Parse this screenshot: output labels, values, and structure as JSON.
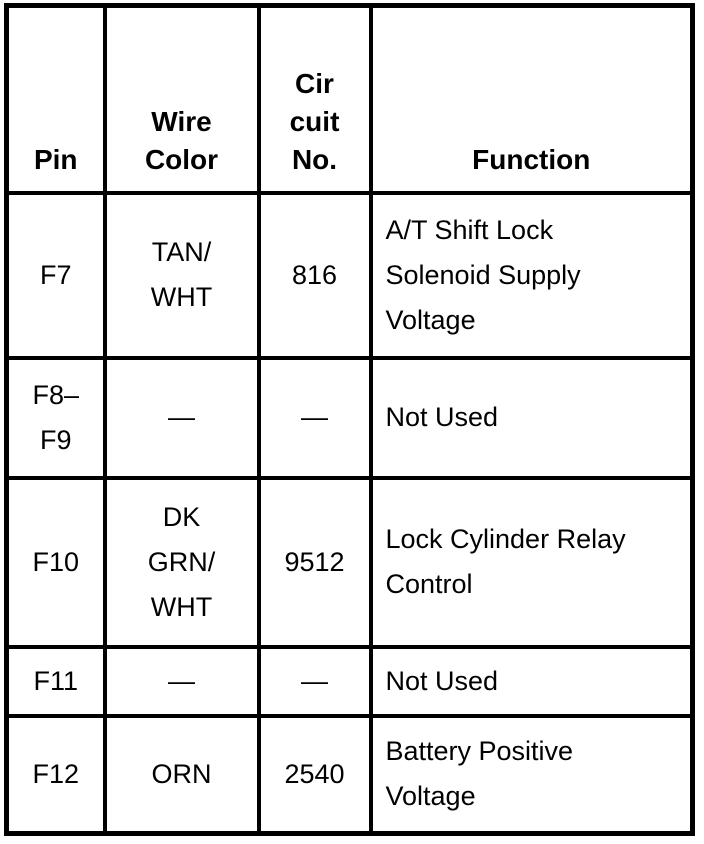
{
  "table": {
    "headers": [
      {
        "label": "Pin"
      },
      {
        "label": "Wire\nColor"
      },
      {
        "label": "Cir\ncuit\nNo."
      },
      {
        "label": "Function"
      }
    ],
    "rows": [
      {
        "pin": "F7",
        "wire_color": "TAN/\nWHT",
        "circuit_no": "816",
        "function": "A/T Shift Lock\nSolenoid Supply\nVoltage"
      },
      {
        "pin": "F8–\nF9",
        "wire_color": "—",
        "circuit_no": "—",
        "function": "Not Used"
      },
      {
        "pin": "F10",
        "wire_color": "DK\nGRN/\nWHT",
        "circuit_no": "9512",
        "function": "Lock Cylinder Relay\nControl"
      },
      {
        "pin": "F11",
        "wire_color": "—",
        "circuit_no": "—",
        "function": "Not Used"
      },
      {
        "pin": "F12",
        "wire_color": "ORN",
        "circuit_no": "2540",
        "function": "Battery Positive\nVoltage"
      }
    ],
    "colors": {
      "border": "#000000",
      "background": "#ffffff",
      "text": "#000000"
    }
  }
}
